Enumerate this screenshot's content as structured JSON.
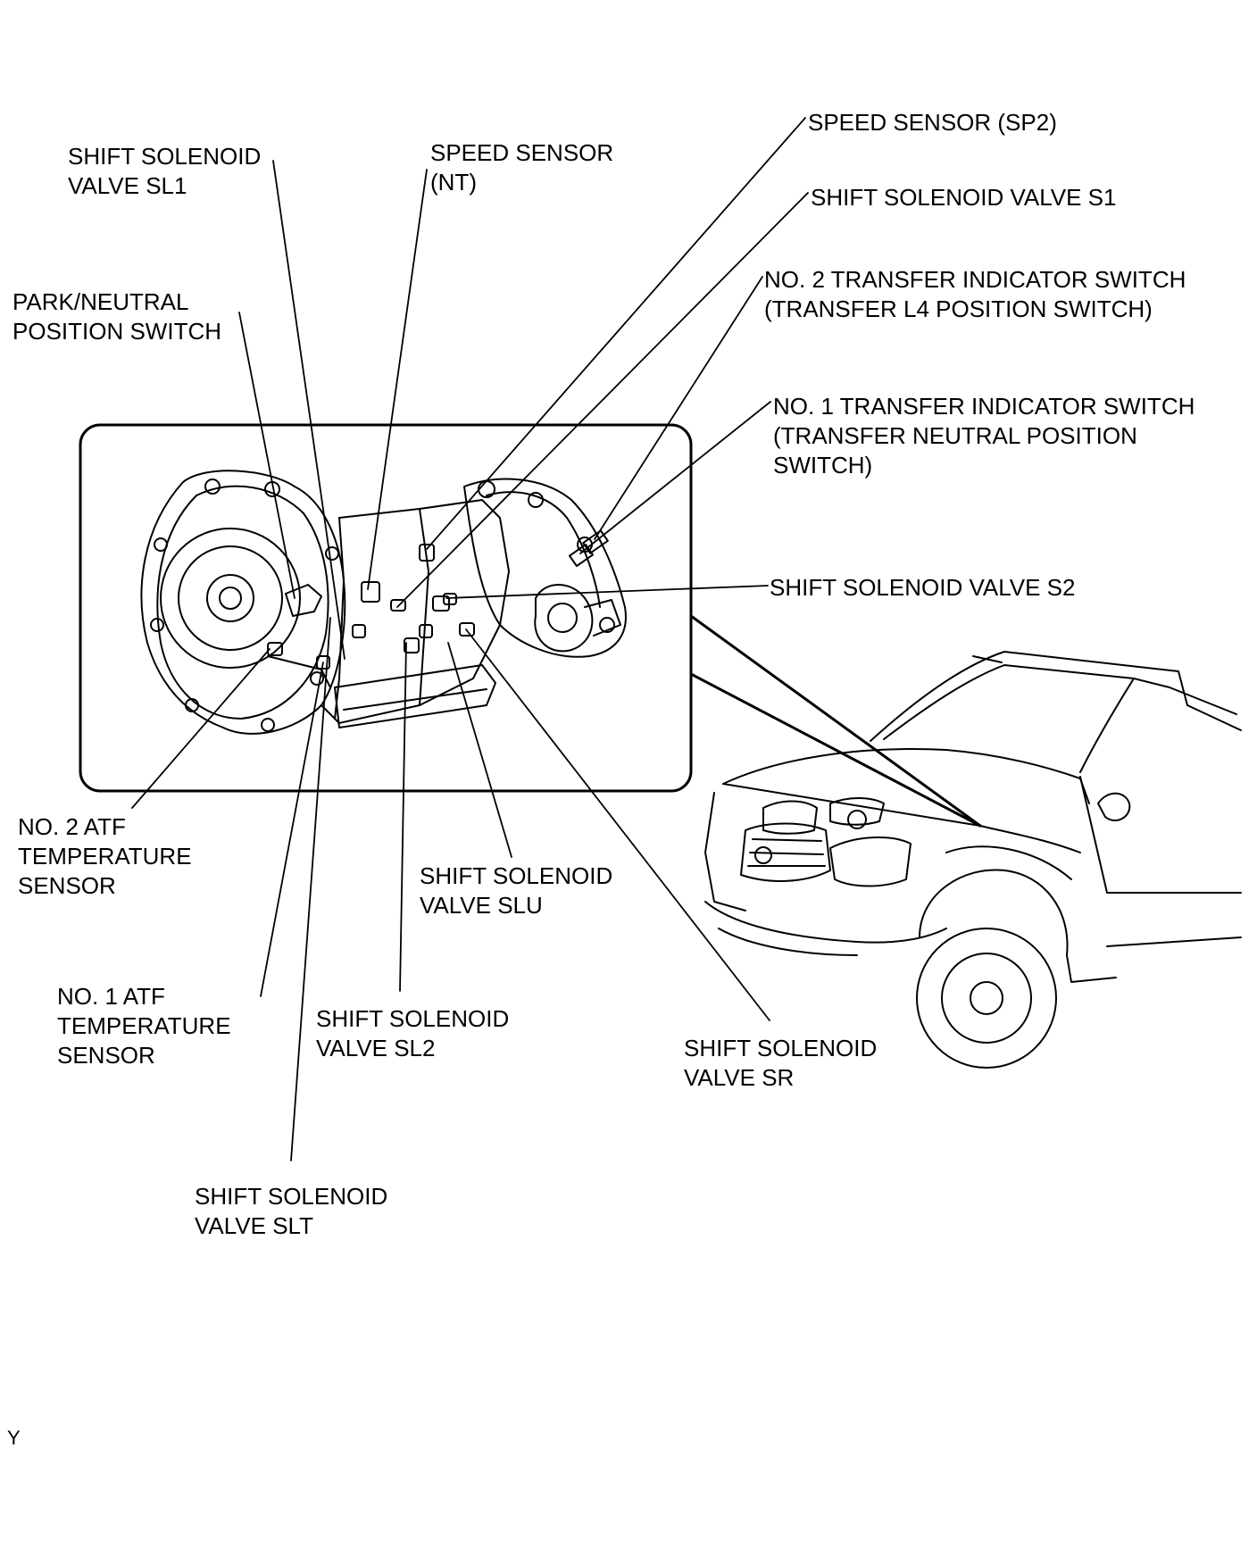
{
  "labels": {
    "sl1": [
      "SHIFT SOLENOID",
      "VALVE SL1"
    ],
    "nt": [
      "SPEED SENSOR",
      "(NT)"
    ],
    "sp2": [
      "SPEED SENSOR (SP2)"
    ],
    "s1": [
      "SHIFT SOLENOID VALVE S1"
    ],
    "no2_transfer": [
      "NO. 2 TRANSFER INDICATOR SWITCH",
      "(TRANSFER L4 POSITION SWITCH)"
    ],
    "no1_transfer": [
      "NO. 1 TRANSFER INDICATOR SWITCH",
      "(TRANSFER NEUTRAL POSITION",
      "SWITCH)"
    ],
    "pnp": [
      "PARK/NEUTRAL",
      "POSITION SWITCH"
    ],
    "s2": [
      "SHIFT SOLENOID VALVE S2"
    ],
    "atf2": [
      "NO. 2 ATF",
      "TEMPERATURE",
      "SENSOR"
    ],
    "slu": [
      "SHIFT SOLENOID",
      "VALVE SLU"
    ],
    "atf1": [
      "NO. 1 ATF",
      "TEMPERATURE",
      "SENSOR"
    ],
    "sl2": [
      "SHIFT SOLENOID",
      "VALVE SL2"
    ],
    "sr": [
      "SHIFT SOLENOID",
      "VALVE SR"
    ],
    "slt": [
      "SHIFT SOLENOID",
      "VALVE SLT"
    ]
  },
  "figure_code": "Y"
}
